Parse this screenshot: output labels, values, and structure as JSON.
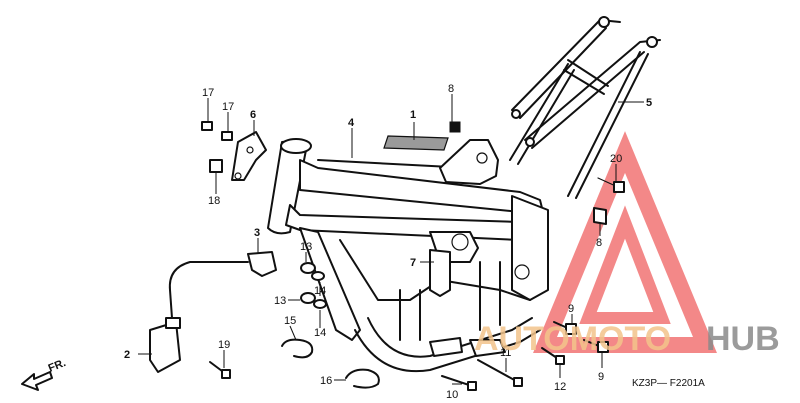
{
  "diagram": {
    "code": "KZ3P— F2201A",
    "direction_label": "FR.",
    "watermark": {
      "word_auto": "AUTOMOTO",
      "word_hub": "HUB",
      "accent_color": "#f06a6a",
      "text_color_light": "#f3c48b",
      "text_color_dark": "#8a8a8a"
    },
    "callouts": [
      {
        "id": "c1",
        "text": "1"
      },
      {
        "id": "c2",
        "text": "2"
      },
      {
        "id": "c3",
        "text": "3"
      },
      {
        "id": "c4",
        "text": "4"
      },
      {
        "id": "c5",
        "text": "5"
      },
      {
        "id": "c6",
        "text": "6"
      },
      {
        "id": "c7",
        "text": "7"
      },
      {
        "id": "c8a",
        "text": "8"
      },
      {
        "id": "c8b",
        "text": "8"
      },
      {
        "id": "c9a",
        "text": "9"
      },
      {
        "id": "c9b",
        "text": "9"
      },
      {
        "id": "c10",
        "text": "10"
      },
      {
        "id": "c11",
        "text": "11"
      },
      {
        "id": "c12",
        "text": "12"
      },
      {
        "id": "c13a",
        "text": "13"
      },
      {
        "id": "c13b",
        "text": "13"
      },
      {
        "id": "c14a",
        "text": "14"
      },
      {
        "id": "c14b",
        "text": "14"
      },
      {
        "id": "c15",
        "text": "15"
      },
      {
        "id": "c16",
        "text": "16"
      },
      {
        "id": "c17a",
        "text": "17"
      },
      {
        "id": "c17b",
        "text": "17"
      },
      {
        "id": "c18",
        "text": "18"
      },
      {
        "id": "c19",
        "text": "19"
      },
      {
        "id": "c20",
        "text": "20"
      }
    ]
  }
}
